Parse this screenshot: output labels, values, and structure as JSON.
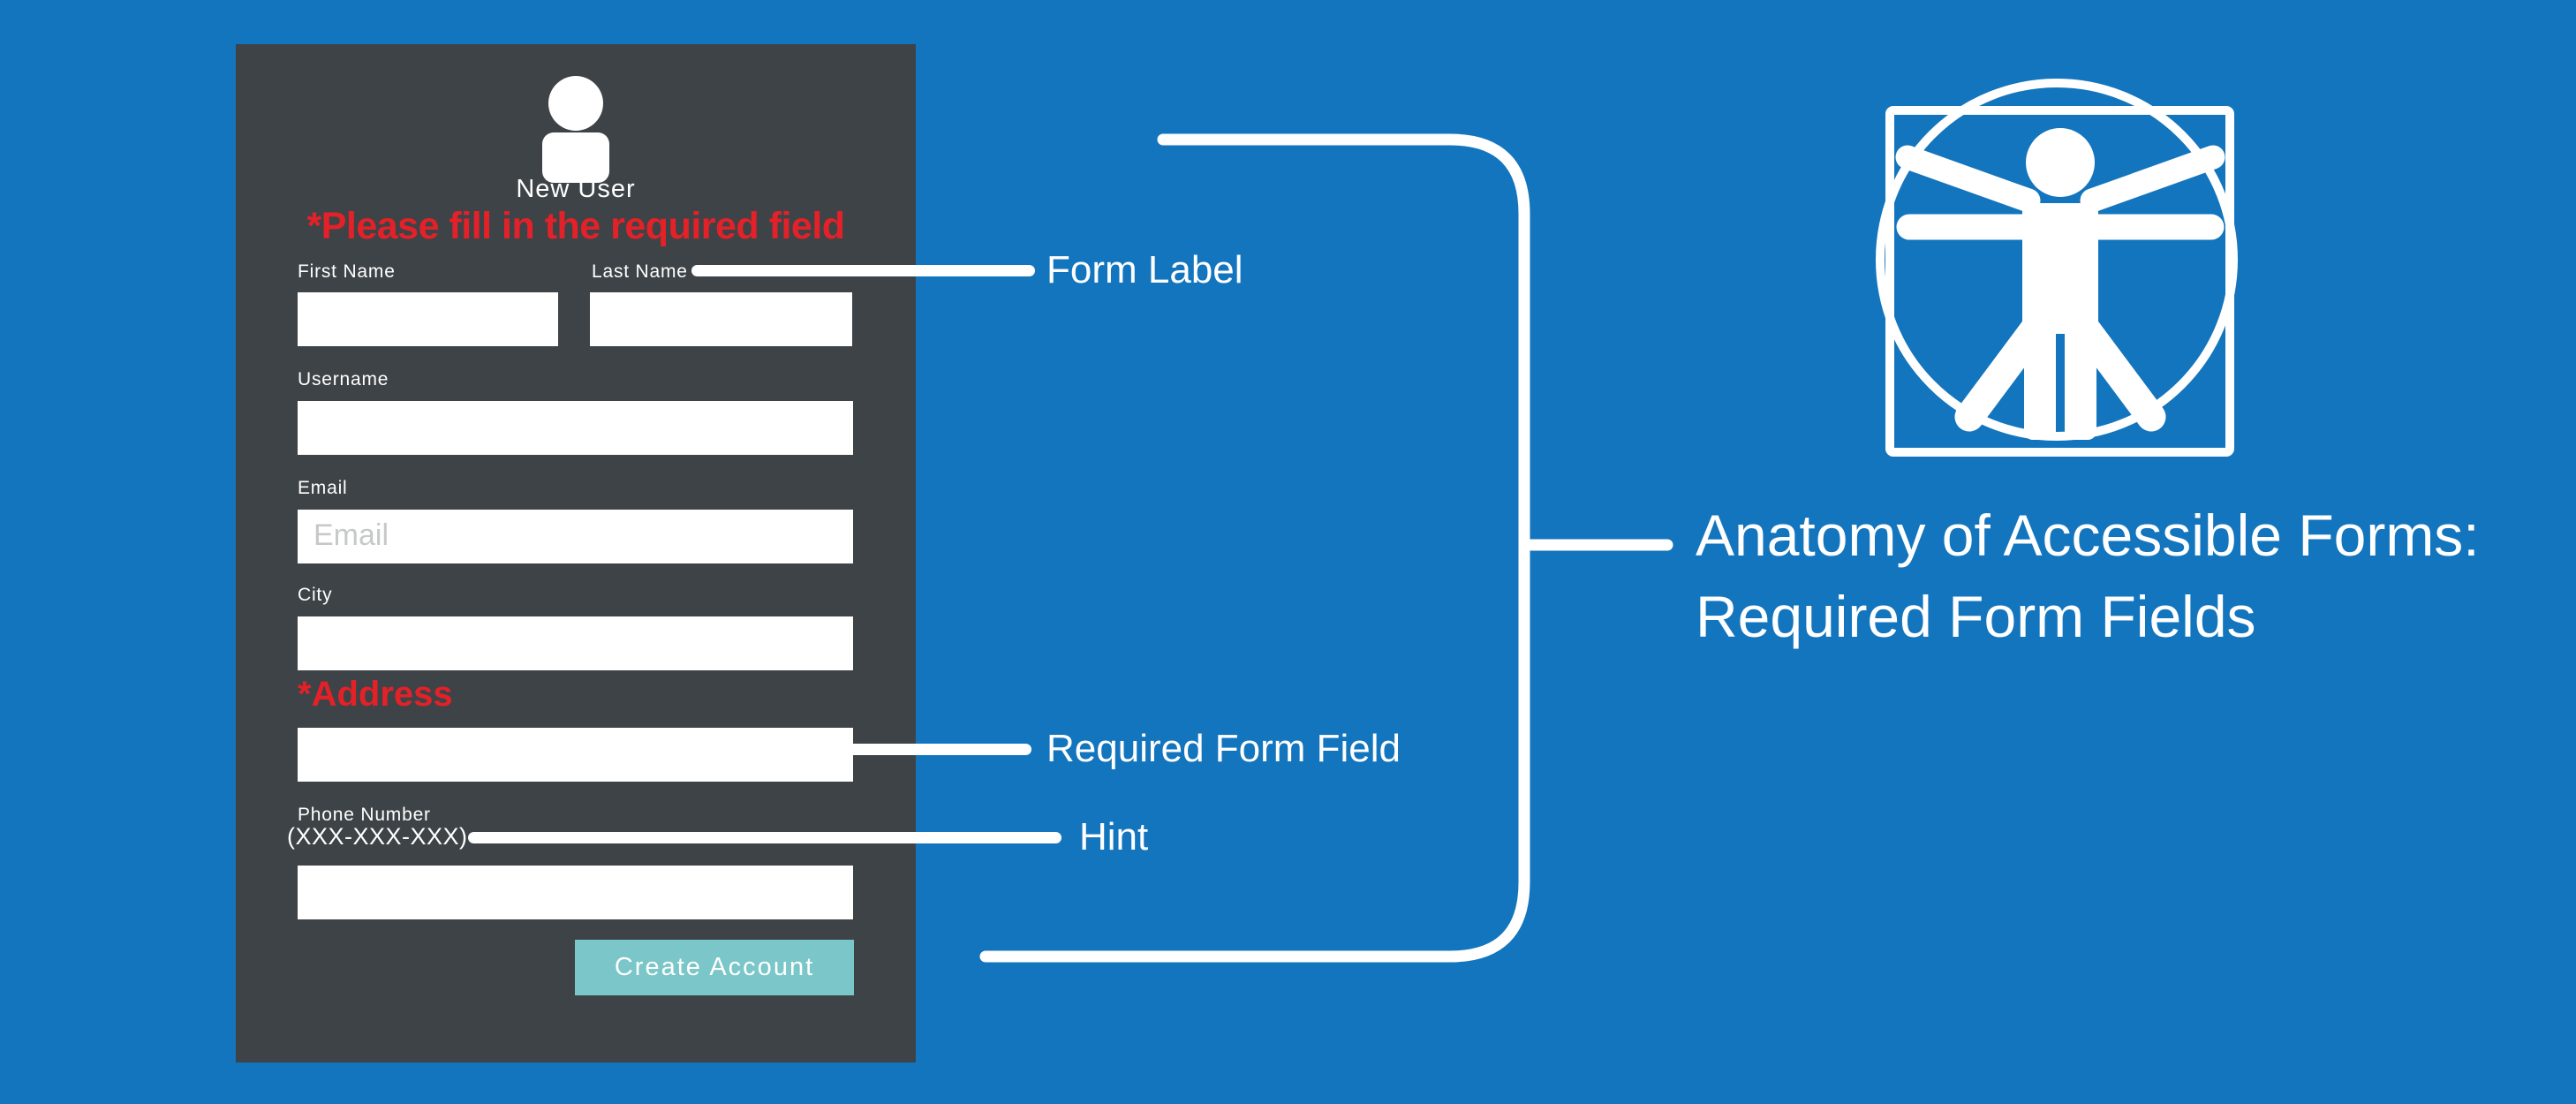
{
  "form": {
    "title": "New User",
    "required_message": "*Please fill in the required field",
    "fields": [
      {
        "label": "First Name",
        "value": ""
      },
      {
        "label": "Last Name",
        "value": ""
      },
      {
        "label": "Username",
        "value": ""
      },
      {
        "label": "Email",
        "value": "",
        "placeholder": "Email"
      },
      {
        "label": "City",
        "value": ""
      },
      {
        "label": "*Address",
        "value": "",
        "required": true
      },
      {
        "label": "Phone Number",
        "hint": "(XXX-XXX-XXX)",
        "value": ""
      }
    ],
    "submit_label": "Create Account"
  },
  "annotations": {
    "form_label": "Form Label",
    "required_form_field": "Required Form Field",
    "hint": "Hint"
  },
  "title": {
    "line1": "Anatomy of Accessible Forms:",
    "line2": "Required Form Fields"
  },
  "icons": {
    "user": "user-silhouette-icon",
    "accessibility": "vitruvian-man-icon"
  },
  "colors": {
    "background": "#1375bd",
    "panel": "#3d4347",
    "accent_red": "#e32128",
    "button_teal": "#7ac6c8",
    "white": "#ffffff",
    "placeholder_gray": "#c6c8ca"
  }
}
